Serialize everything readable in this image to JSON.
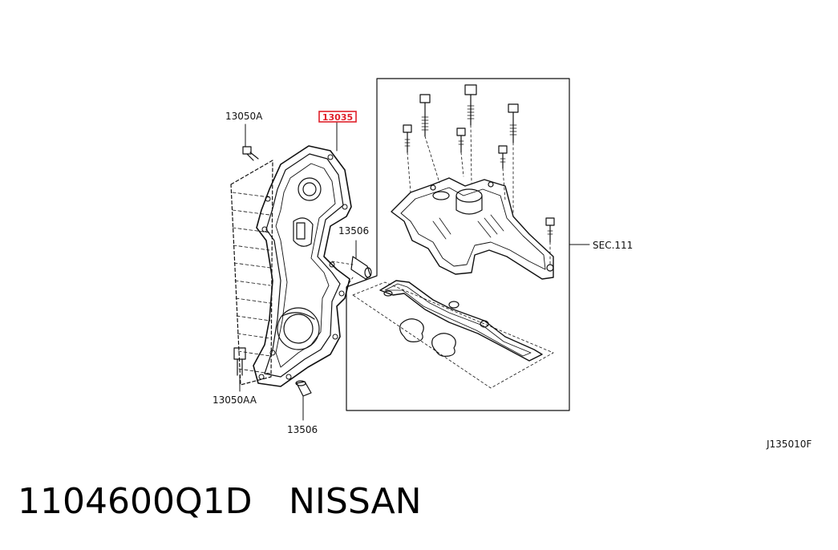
{
  "labels": {
    "bolt_top": "13050A",
    "bolt_bottom": "13050AA",
    "dowel_upper": "13506",
    "dowel_lower": "13506",
    "section_ref": "SEC.111",
    "highlighted_part": "13035",
    "figure_code": "J135010F"
  },
  "footer": {
    "part_number": "1104600Q1D",
    "brand": "NISSAN"
  },
  "colors": {
    "highlight": "#e0202a",
    "line": "#111111"
  }
}
